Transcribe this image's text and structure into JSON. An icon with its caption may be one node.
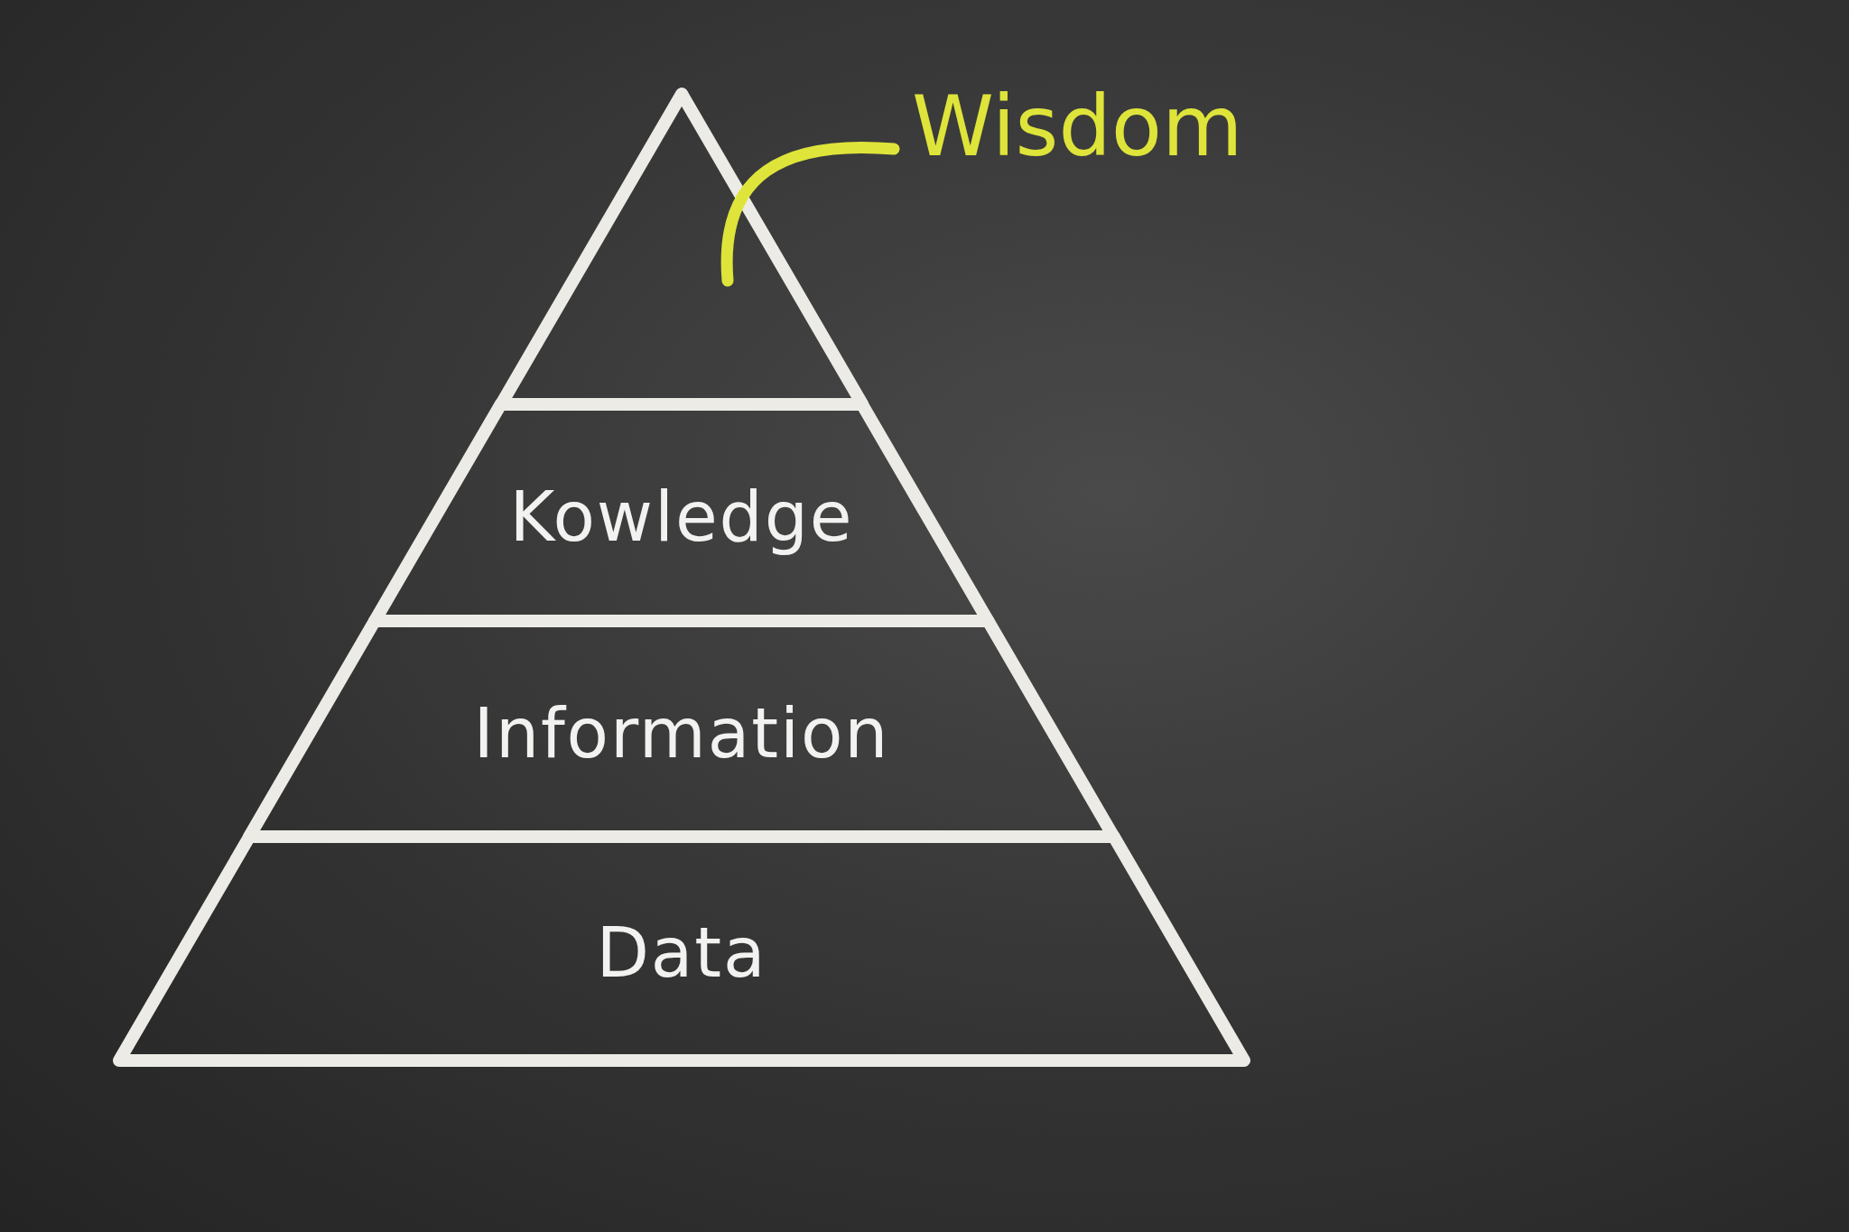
{
  "diagram": {
    "nodes": [
      {
        "text": [
          "Wisdom"
        ]
      },
      {
        "text": [],
        "shape": "triangle"
      },
      {
        "text": [
          "Kowledge"
        ]
      },
      {
        "text": [
          "Information"
        ]
      },
      {
        "text": [
          "Data"
        ]
      }
    ],
    "edges": [
      {
        "from": 0,
        "to": 1,
        "arrow": "none"
      }
    ]
  }
}
